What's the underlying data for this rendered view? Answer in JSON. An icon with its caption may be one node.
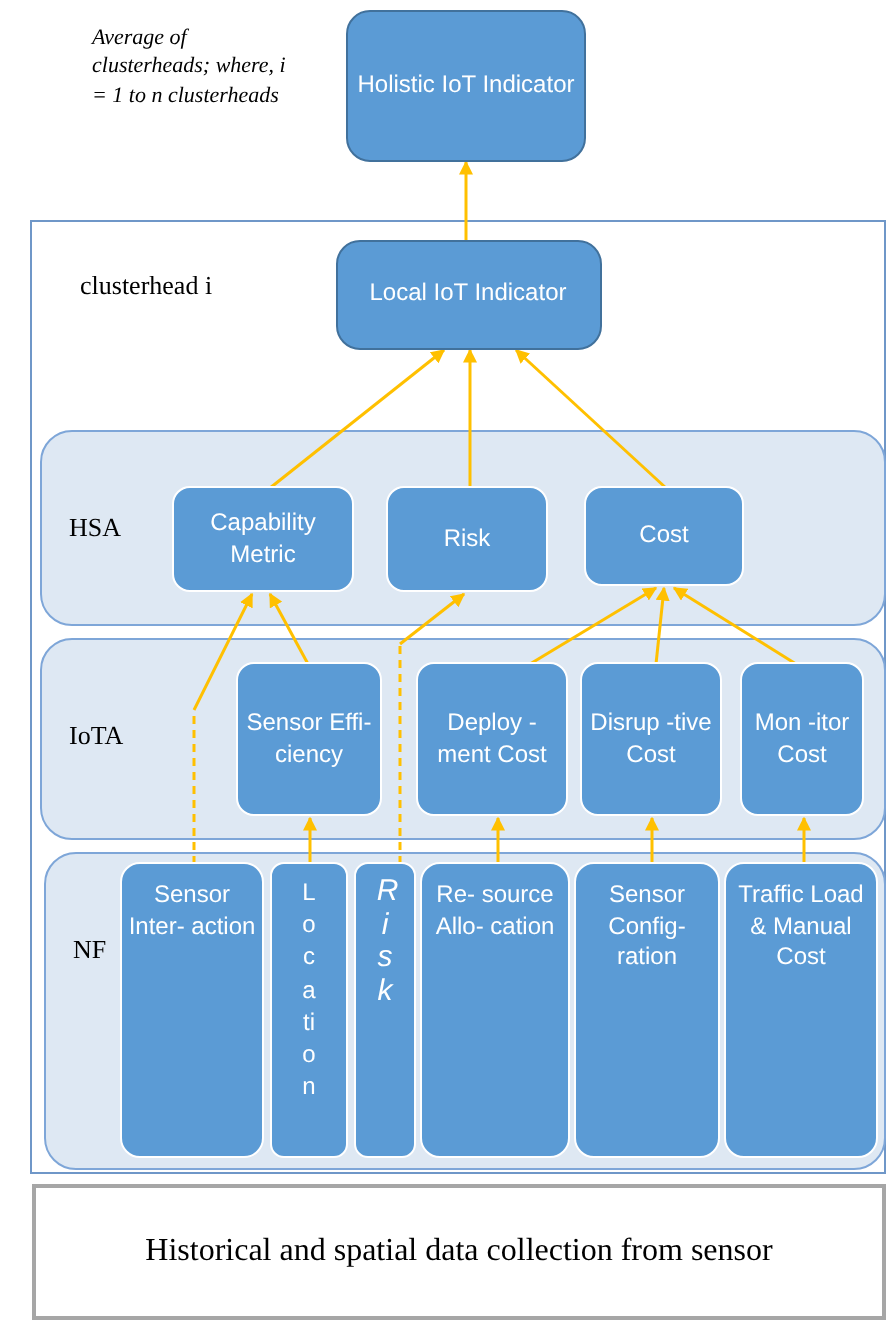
{
  "diagram": {
    "nodes": [
      {
        "text": [
          "Holistic IoT Indicator"
        ]
      },
      {
        "text": [
          "clusterhead i"
        ]
      },
      {
        "text": [
          "Local IoT Indicator"
        ],
        "in": 1
      },
      {
        "text": [
          "HSA"
        ],
        "in": 1
      },
      {
        "text": [
          "Capability Metric"
        ],
        "in": 3
      },
      {
        "text": [
          "Risk"
        ],
        "in": 3
      },
      {
        "text": [
          "Cost"
        ],
        "in": 3
      },
      {
        "text": [
          "IoTA"
        ],
        "in": 1
      },
      {
        "text": [
          "Sensor Effi- ciency"
        ],
        "in": 7
      },
      {
        "text": [
          "Deploy -ment Cost"
        ],
        "in": 7
      },
      {
        "text": [
          "Disrup -tive Cost"
        ],
        "in": 7
      },
      {
        "text": [
          "Mon -itor Cost"
        ],
        "in": 7
      },
      {
        "text": [
          "NF"
        ],
        "in": 1
      },
      {
        "text": [
          "Sensor Inter- action"
        ],
        "in": 12
      },
      {
        "text": [
          "Location"
        ],
        "in": 12
      },
      {
        "text": [
          "Risk"
        ],
        "in": 12
      },
      {
        "text": [
          "Re- source Allo- cation"
        ],
        "in": 12
      },
      {
        "text": [
          "Sensor Config- ration"
        ],
        "in": 12
      },
      {
        "text": [
          "Traffic Load & Manual Cost"
        ],
        "in": 12
      },
      {
        "text": [
          "Historical and spatial data collection from sensor"
        ]
      }
    ],
    "edges": [
      {
        "from": 2,
        "to": 0,
        "arrow": "to"
      },
      {
        "from": 4,
        "to": 2,
        "arrow": "to"
      },
      {
        "from": 5,
        "to": 2,
        "arrow": "to"
      },
      {
        "from": 6,
        "to": 2,
        "arrow": "to"
      },
      {
        "from": 8,
        "to": 4,
        "arrow": "to"
      },
      {
        "from": 13,
        "to": 4,
        "arrow": "to",
        "style": "dashed"
      },
      {
        "from": 15,
        "to": 5,
        "arrow": "to",
        "style": "dashed"
      },
      {
        "from": 9,
        "to": 6,
        "arrow": "to"
      },
      {
        "from": 10,
        "to": 6,
        "arrow": "to"
      },
      {
        "from": 11,
        "to": 6,
        "arrow": "to"
      },
      {
        "from": 14,
        "to": 8,
        "arrow": "to"
      },
      {
        "from": 16,
        "to": 9,
        "arrow": "to"
      },
      {
        "from": 17,
        "to": 10,
        "arrow": "to"
      },
      {
        "from": 18,
        "to": 11,
        "arrow": "to"
      }
    ],
    "labels": [
      "Average of clusterheads; where, i = 1 to n clusterheads"
    ]
  }
}
